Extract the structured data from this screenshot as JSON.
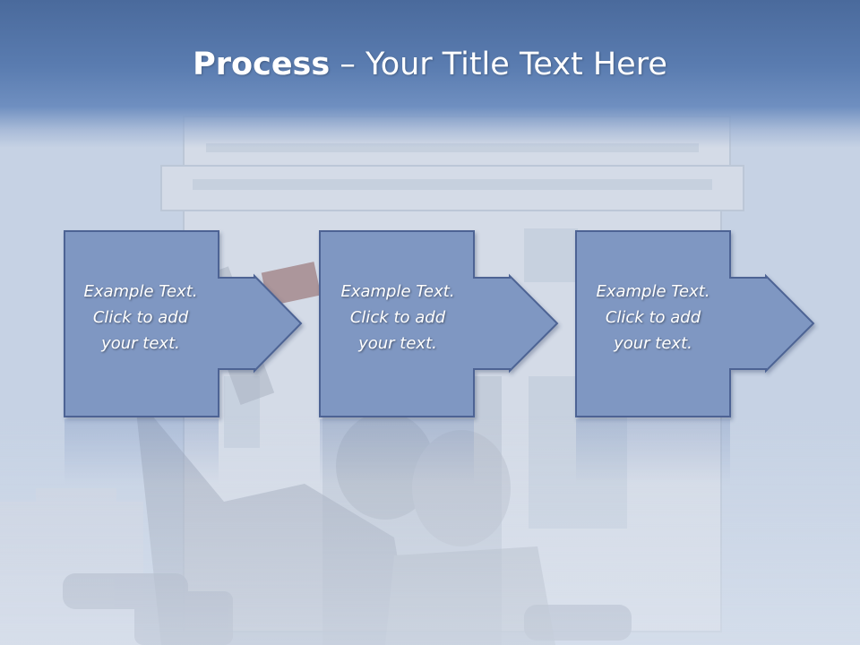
{
  "slide": {
    "title_bold": "Process",
    "title_rest": " – Your Title Text Here"
  },
  "steps": [
    {
      "lines": [
        "Example Text.",
        "Click  to add",
        "your text."
      ]
    },
    {
      "lines": [
        "Example Text.",
        "Click  to add",
        "your text."
      ]
    },
    {
      "lines": [
        "Example Text.",
        "Click  to add",
        "your text."
      ]
    }
  ],
  "colors": {
    "box_fill": "#7f97c2",
    "box_stroke": "#4d6494",
    "title_band": "#5a7cb0"
  }
}
